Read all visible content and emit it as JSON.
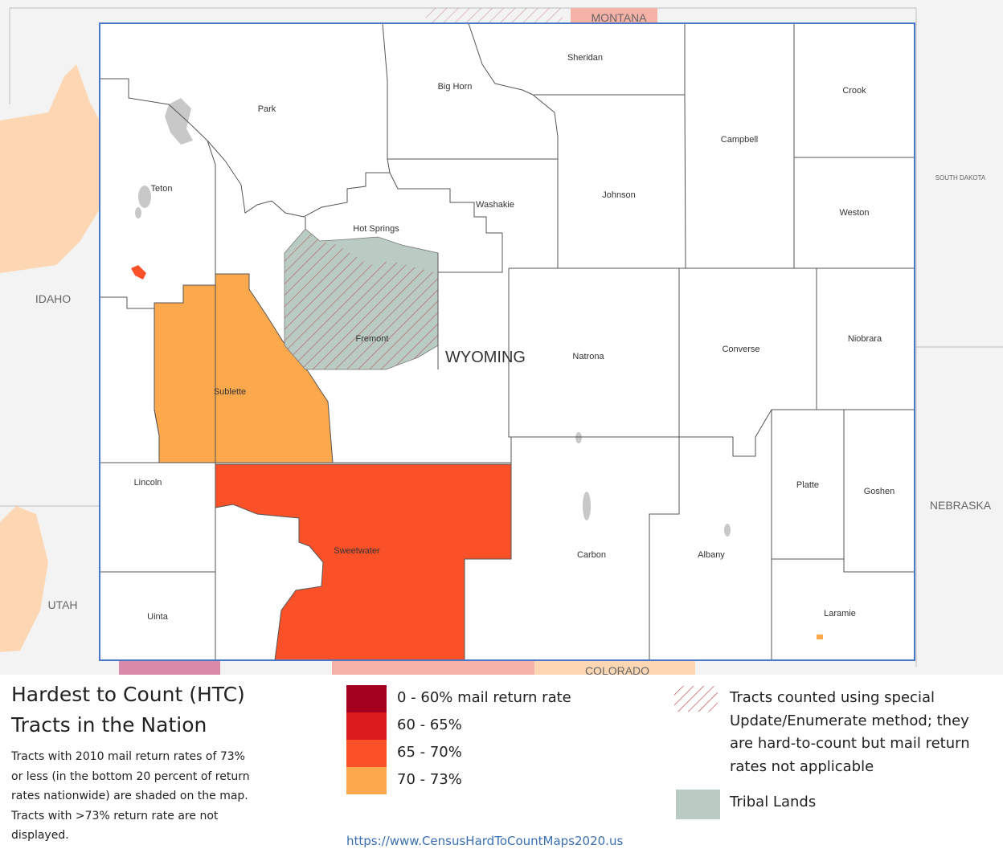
{
  "map": {
    "state_label": "WYOMING",
    "neighbors": {
      "montana": "MONTANA",
      "idaho": "IDAHO",
      "utah": "UTAH",
      "colorado": "COLORADO",
      "south_dakota": "SOUTH DAKOTA",
      "nebraska": "NEBRASKA"
    },
    "counties": {
      "park": "Park",
      "big_horn": "Big Horn",
      "sheridan": "Sheridan",
      "crook": "Crook",
      "campbell": "Campbell",
      "teton": "Teton",
      "washakie": "Washakie",
      "johnson": "Johnson",
      "weston": "Weston",
      "hot_springs": "Hot Springs",
      "niobrara": "Niobrara",
      "fremont": "Fremont",
      "natrona": "Natrona",
      "converse": "Converse",
      "sublette": "Sublette",
      "lincoln": "Lincoln",
      "platte": "Platte",
      "goshen": "Goshen",
      "sweetwater": "Sweetwater",
      "carbon": "Carbon",
      "albany": "Albany",
      "uinta": "Uinta",
      "laramie": "Laramie"
    },
    "colors": {
      "range_0_60": "#a5001f",
      "range_60_65": "#dc1c1c",
      "range_65_70": "#fb5128",
      "range_70_73": "#fca84c",
      "tribal": "#b9cbc3",
      "neighbor_light": "#fdd7b3",
      "neighbor_pink": "#f7b2a8",
      "neighbor_mauve": "#d88aa8",
      "outside_bg": "#f3f3f3",
      "state_border": "#4a78c8"
    }
  },
  "legend": {
    "title_line1": "Hardest to Count (HTC)",
    "title_line2": "Tracts in the Nation",
    "description": "Tracts with 2010 mail return rates of 73% or less (in the bottom 20 percent of return rates nationwide) are shaded on the map. Tracts with >73% return rate are not displayed.",
    "scale": [
      {
        "label": "0 - 60% mail return rate",
        "color": "#a5001f"
      },
      {
        "label": "60 - 65%",
        "color": "#dc1c1c"
      },
      {
        "label": "65 - 70%",
        "color": "#fb5128"
      },
      {
        "label": "70 - 73%",
        "color": "#fca84c"
      }
    ],
    "special_method_label": "Tracts counted using special Update/Enumerate method; they are hard-to-count but mail return rates not applicable",
    "tribal_label": "Tribal Lands",
    "source_url": "https://www.CensusHardToCountMaps2020.us"
  }
}
